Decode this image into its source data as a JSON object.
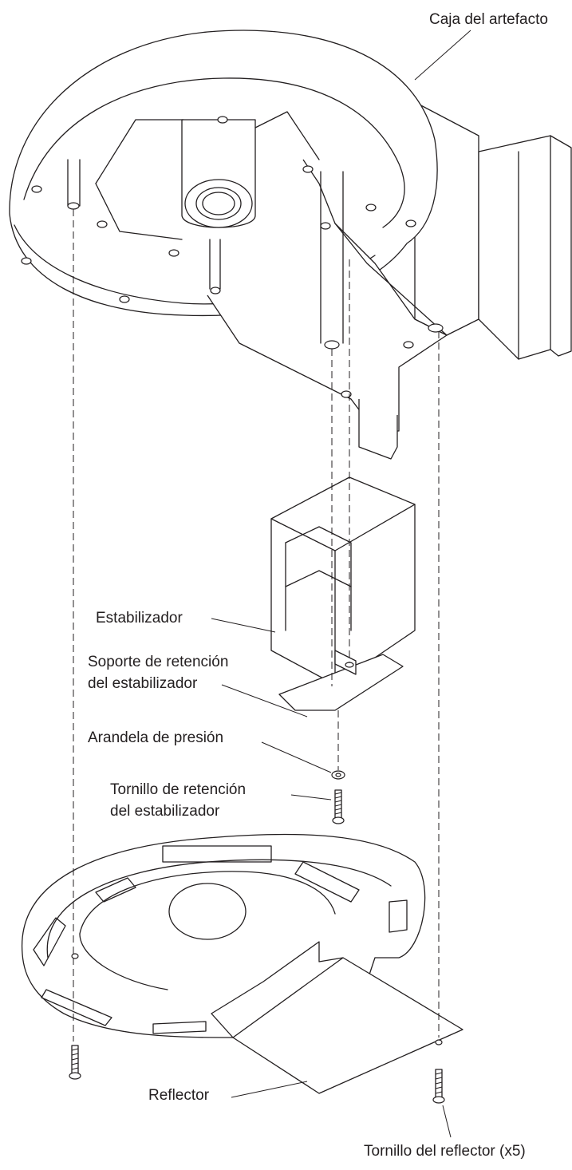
{
  "labels": {
    "housing": "Caja del artefacto",
    "ballast": "Estabilizador",
    "bracket_line1": "Soporte de retención",
    "bracket_line2": "del estabilizador",
    "lock_washer": "Arandela de presión",
    "ballast_screw_line1": "Tornillo de retención",
    "ballast_screw_line2": "del estabilizador",
    "reflector": "Reflector",
    "reflector_screw": "Tornillo del reflector (x5)"
  },
  "colors": {
    "line": "#231f20",
    "background": "#ffffff"
  }
}
